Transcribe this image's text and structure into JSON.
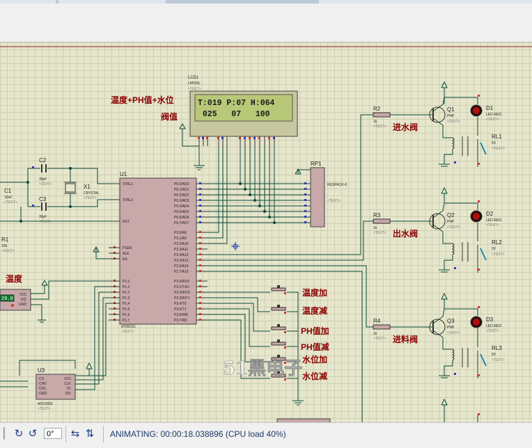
{
  "statusbar": {
    "rotate_value": "0°",
    "animating_text": "ANIMATING: 00:00:18.038896 (CPU load 40%)"
  },
  "icons": {
    "rotate_cw": "rotate-cw-icon",
    "rotate_ccw": "rotate-ccw-icon",
    "mirror_h": "mirror-horizontal-icon",
    "mirror_v": "mirror-vertical-icon"
  },
  "colors": {
    "lcd_bg": "#b8c878",
    "wire": "#0a4a3a",
    "component_fill": "#c8a8a8",
    "chinese_label": "#8b0000"
  },
  "schematic": {
    "lcd": {
      "ref": "LCD1",
      "model": "LM016L",
      "line1": "T:019 P:07 H:064",
      "line2": " 025   07   100"
    },
    "labels": {
      "top_title": "温度+PH值+水位",
      "threshold": "阀值",
      "temp": "温度",
      "inlet": "进水阀",
      "outlet": "出水阀",
      "feed": "进料阀",
      "temp_up": "温度加",
      "temp_down": "温度减",
      "ph_up": "PH值加",
      "ph_down": "PH值减",
      "level_up": "水位加",
      "level_down": "水位减",
      "watermark": "51黑电子"
    },
    "mcu": {
      "ref": "U1",
      "model": "AT89C51"
    },
    "adc": {
      "ref": "U3",
      "model": "ADC0832"
    },
    "respack": {
      "ref": "RP1",
      "model": "RESPACK-8"
    },
    "crystal": {
      "ref": "X1",
      "model": "CRYSTAL"
    },
    "caps": [
      {
        "ref": "C1",
        "value": "10uF"
      },
      {
        "ref": "C2",
        "value": "30pF"
      },
      {
        "ref": "C3",
        "value": "30pF"
      }
    ],
    "resistors": [
      {
        "ref": "R1",
        "value": "10k"
      },
      {
        "ref": "R2",
        "value": "1k"
      },
      {
        "ref": "R3",
        "value": "1k"
      },
      {
        "ref": "R4",
        "value": "1k"
      }
    ],
    "transistors": [
      {
        "ref": "Q1",
        "type": "PNP"
      },
      {
        "ref": "Q2",
        "type": "PNP"
      },
      {
        "ref": "Q3",
        "type": "PNP"
      }
    ],
    "leds": [
      {
        "ref": "D1",
        "model": "LED-RED"
      },
      {
        "ref": "D2",
        "model": "LED-RED"
      },
      {
        "ref": "D3",
        "model": "LED-RED"
      }
    ],
    "relays": [
      {
        "ref": "RL1",
        "value": "5V"
      },
      {
        "ref": "RL2",
        "value": "5V"
      },
      {
        "ref": "RL3",
        "value": "5V"
      }
    ],
    "sensor_display": "20.0",
    "text_placeholder": "<TEXT>"
  }
}
